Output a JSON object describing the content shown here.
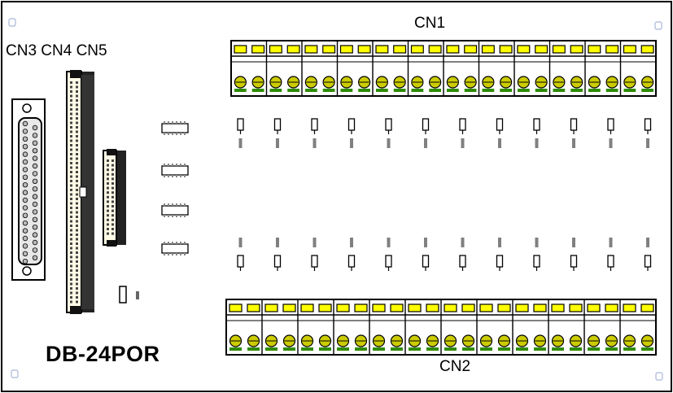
{
  "labels": {
    "cn1": "CN1",
    "cn2": "CN2",
    "cn3_cn4_cn5": "CN3 CN4 CN5",
    "model": "DB-24POR"
  },
  "colors": {
    "terminal_top": "#ffff00",
    "screw": "#cccc00",
    "screw_base": "#2e8b00",
    "outline": "#000000",
    "gray": "#808080"
  }
}
